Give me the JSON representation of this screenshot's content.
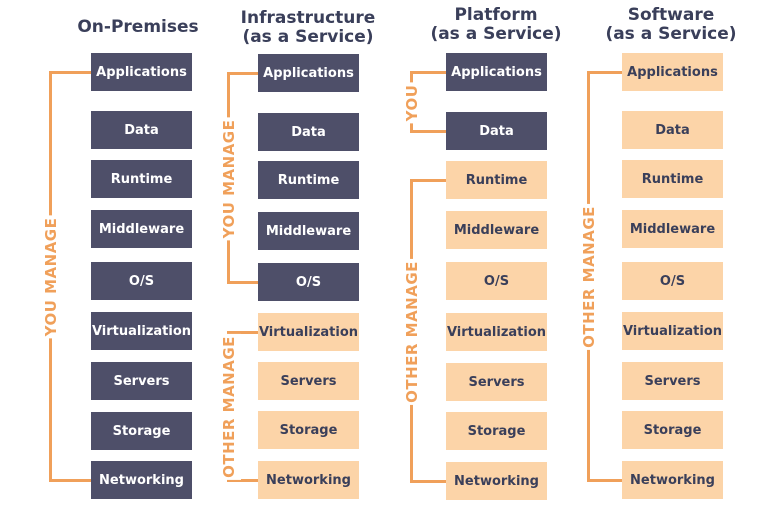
{
  "colors": {
    "you_manage": "#4e4f69",
    "other_manage": "#fcd4a8",
    "bracket": "#f0a05a",
    "title": "#3a3f5a"
  },
  "columns": [
    {
      "title_line1": "On-Premises",
      "title_line2": "",
      "layers": [
        {
          "label": "Applications",
          "managed_by": "you"
        },
        {
          "label": "Data",
          "managed_by": "you"
        },
        {
          "label": "Runtime",
          "managed_by": "you"
        },
        {
          "label": "Middleware",
          "managed_by": "you"
        },
        {
          "label": "O/S",
          "managed_by": "you"
        },
        {
          "label": "Virtualization",
          "managed_by": "you"
        },
        {
          "label": "Servers",
          "managed_by": "you"
        },
        {
          "label": "Storage",
          "managed_by": "you"
        },
        {
          "label": "Networking",
          "managed_by": "you"
        }
      ],
      "brackets": [
        {
          "label": "YOU MANAGE",
          "from": 0,
          "to": 8
        }
      ]
    },
    {
      "title_line1": "Infrastructure",
      "title_line2": "(as a Service)",
      "layers": [
        {
          "label": "Applications",
          "managed_by": "you"
        },
        {
          "label": "Data",
          "managed_by": "you"
        },
        {
          "label": "Runtime",
          "managed_by": "you"
        },
        {
          "label": "Middleware",
          "managed_by": "you"
        },
        {
          "label": "O/S",
          "managed_by": "you"
        },
        {
          "label": "Virtualization",
          "managed_by": "other"
        },
        {
          "label": "Servers",
          "managed_by": "other"
        },
        {
          "label": "Storage",
          "managed_by": "other"
        },
        {
          "label": "Networking",
          "managed_by": "other"
        }
      ],
      "brackets": [
        {
          "label": "YOU MANAGE",
          "from": 0,
          "to": 4
        },
        {
          "label": "OTHER MANAGE",
          "from": 5,
          "to": 8
        }
      ]
    },
    {
      "title_line1": "Platform",
      "title_line2": "(as a Service)",
      "layers": [
        {
          "label": "Applications",
          "managed_by": "you"
        },
        {
          "label": "Data",
          "managed_by": "you"
        },
        {
          "label": "Runtime",
          "managed_by": "other"
        },
        {
          "label": "Middleware",
          "managed_by": "other"
        },
        {
          "label": "O/S",
          "managed_by": "other"
        },
        {
          "label": "Virtualization",
          "managed_by": "other"
        },
        {
          "label": "Servers",
          "managed_by": "other"
        },
        {
          "label": "Storage",
          "managed_by": "other"
        },
        {
          "label": "Networking",
          "managed_by": "other"
        }
      ],
      "brackets": [
        {
          "label": "YOU",
          "from": 0,
          "to": 1
        },
        {
          "label": "OTHER MANAGE",
          "from": 2,
          "to": 8
        }
      ]
    },
    {
      "title_line1": "Software",
      "title_line2": "(as a Service)",
      "layers": [
        {
          "label": "Applications",
          "managed_by": "other"
        },
        {
          "label": "Data",
          "managed_by": "other"
        },
        {
          "label": "Runtime",
          "managed_by": "other"
        },
        {
          "label": "Middleware",
          "managed_by": "other"
        },
        {
          "label": "O/S",
          "managed_by": "other"
        },
        {
          "label": "Virtualization",
          "managed_by": "other"
        },
        {
          "label": "Servers",
          "managed_by": "other"
        },
        {
          "label": "Storage",
          "managed_by": "other"
        },
        {
          "label": "Networking",
          "managed_by": "other"
        }
      ],
      "brackets": [
        {
          "label": "OTHER MANAGE",
          "from": 0,
          "to": 8
        }
      ]
    }
  ]
}
